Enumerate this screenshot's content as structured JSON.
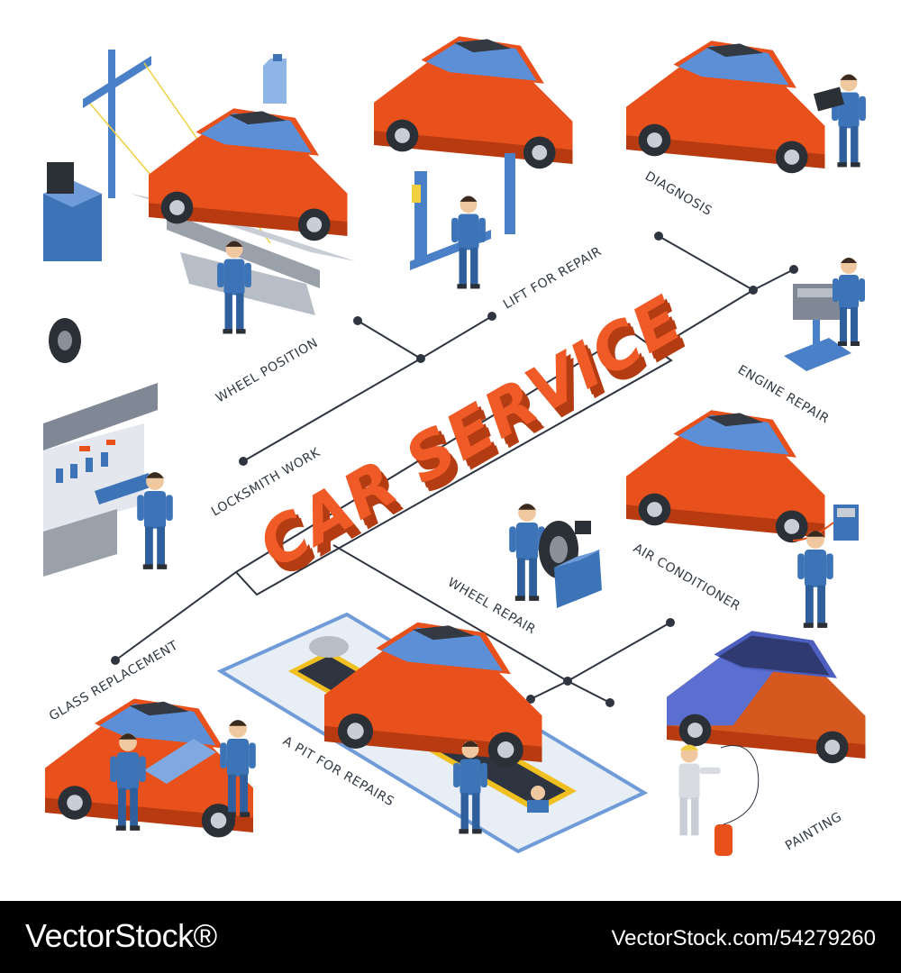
{
  "title": "CAR SERVICE",
  "labels": {
    "wheel_position": "WHEEL POSITION",
    "lift_for_repair": "LIFT FOR REPAIR",
    "diagnosis": "DIAGNOSIS",
    "engine_repair": "ENGINE REPAIR",
    "locksmith_work": "LOCKSMITH WORK",
    "air_conditioner": "AIR CONDITIONER",
    "wheel_repair": "WHEEL REPAIR",
    "glass_replacement": "GLASS REPLACEMENT",
    "a_pit_for_repairs": "A PIT FOR REPAIRS",
    "painting": "PAINTING"
  },
  "footer": {
    "brand": "VectorStock®",
    "stock_id": "VectorStock.com/54279260"
  },
  "colors": {
    "car_orange": "#e8511c",
    "car_orange_dark": "#b83a10",
    "worker_blue": "#3d74b8",
    "glass_blue": "#6f9bd8",
    "line": "#2e3440",
    "title_front": "#ef5a26",
    "title_side": "#b43c12"
  }
}
